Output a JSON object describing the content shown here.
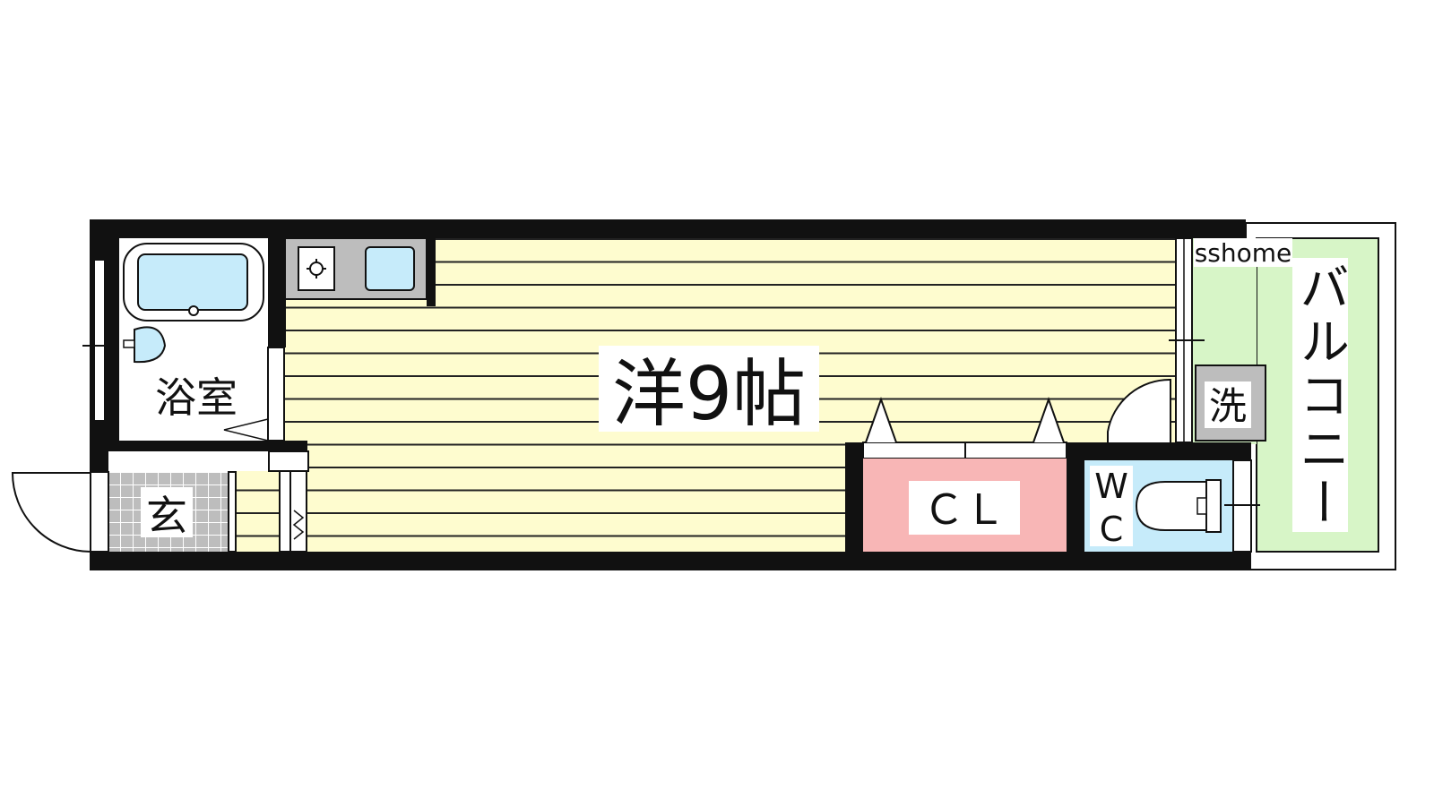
{
  "rooms": {
    "western_room": "洋9帖",
    "bathroom": "浴室",
    "entrance": "玄",
    "closet": "ＣＬ",
    "toilet_top": "W",
    "toilet_bottom": "C",
    "laundry": "洗",
    "balcony": "バルコニー"
  },
  "watermark": "sshome",
  "colors": {
    "wall": "#111111",
    "room_floor": "#fefccf",
    "floor_lines": "#222222",
    "bath_blue": "#c6ebfa",
    "closet_pink": "#f8b6b6",
    "balcony_green": "#d7f5c7",
    "entrance_tile": "#bdbdbd",
    "kitchen_gray": "#bdbdbd",
    "laundry_gray": "#bdbdbd"
  }
}
